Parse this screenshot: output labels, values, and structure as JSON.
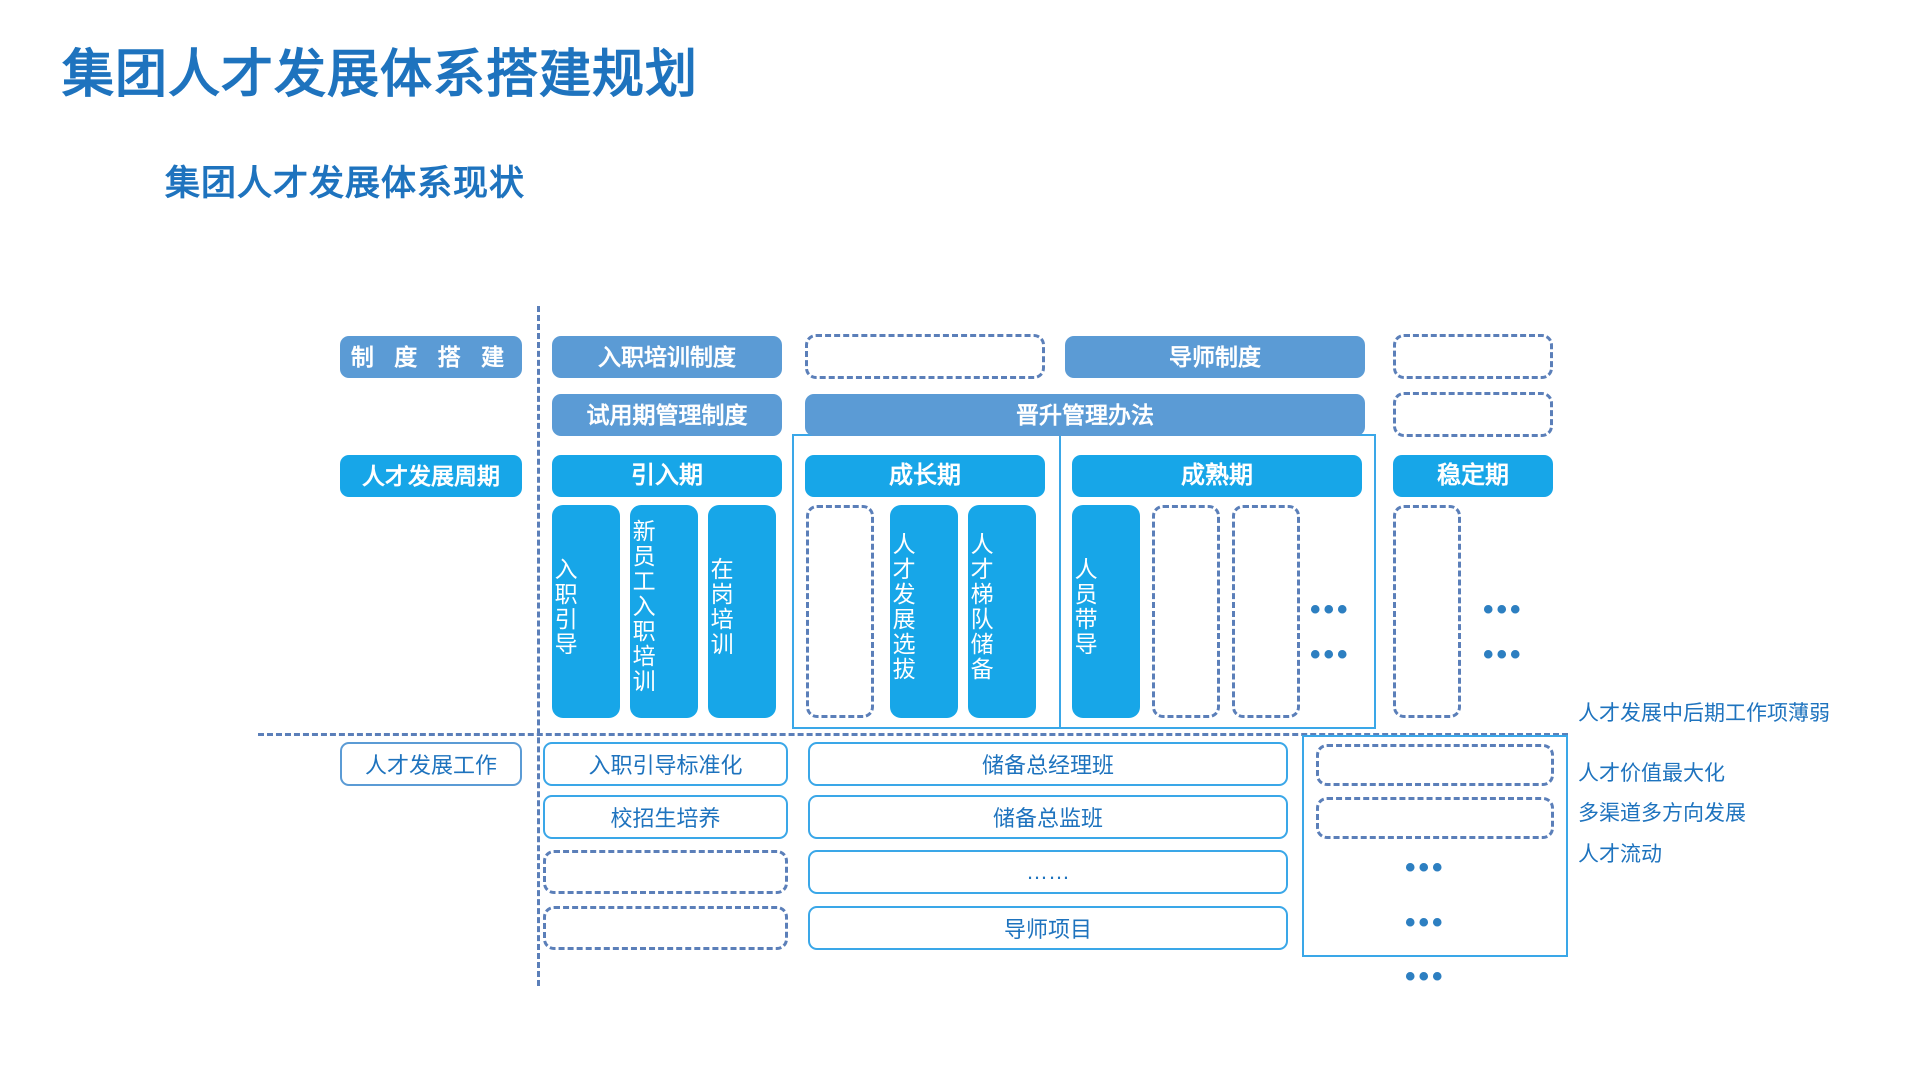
{
  "header": {
    "title": "集团人才发展体系搭建规划",
    "subtitle": "集团人才发展体系现状",
    "accent_color": "#1e73be",
    "bright_blue": "#17a6e8",
    "mid_blue": "#5b9bd5",
    "dash_blue": "#5b7fb9"
  },
  "row_labels": {
    "system": "制 度 搭 建",
    "cycle": "人才发展周期",
    "work": "人才发展工作"
  },
  "systems": {
    "row1": [
      {
        "label": "入职培训制度",
        "style": "mid"
      },
      {
        "label": "",
        "style": "dashed"
      },
      {
        "label": "导师制度",
        "style": "mid"
      },
      {
        "label": "",
        "style": "dashed"
      }
    ],
    "row2": [
      {
        "label": "试用期管理制度",
        "style": "mid"
      },
      {
        "label": "晋升管理办法",
        "style": "mid"
      },
      {
        "label": "",
        "style": "dashed"
      }
    ]
  },
  "stages": [
    {
      "name": "引入期"
    },
    {
      "name": "成长期"
    },
    {
      "name": "成熟期"
    },
    {
      "name": "稳定期"
    }
  ],
  "stage_items": {
    "introduction": [
      {
        "text": "入职引导",
        "style": "filled"
      },
      {
        "text": "新员工入职培训",
        "style": "filled"
      },
      {
        "text": "在岗培训",
        "style": "filled"
      }
    ],
    "growth": [
      {
        "text": "",
        "style": "dashed"
      },
      {
        "text": "人才发展选拔",
        "style": "filled"
      },
      {
        "text": "人才梯队储备",
        "style": "filled"
      }
    ],
    "mature": [
      {
        "text": "人员带导",
        "style": "filled"
      },
      {
        "text": "",
        "style": "dashed"
      },
      {
        "text": "",
        "style": "dashed"
      }
    ],
    "stable": [
      {
        "text": "",
        "style": "dashed"
      }
    ]
  },
  "ellipsis": {
    "mature_top": "•••",
    "mature_bottom": "•••",
    "stable_top": "•••",
    "stable_bottom": "•••",
    "work_col3_a": "•••",
    "work_col3_b": "•••",
    "work_col3_c": "•••"
  },
  "work_items": {
    "col1": [
      {
        "text": "入职引导标准化",
        "style": "outline"
      },
      {
        "text": "校招生培养",
        "style": "outline"
      },
      {
        "text": "",
        "style": "dashed"
      },
      {
        "text": "",
        "style": "dashed"
      }
    ],
    "col2": [
      {
        "text": "储备总经理班",
        "style": "outline"
      },
      {
        "text": "储备总监班",
        "style": "outline"
      },
      {
        "text": "……",
        "style": "outline"
      },
      {
        "text": "导师项目",
        "style": "outline"
      }
    ],
    "col3": [
      {
        "text": "",
        "style": "dashed"
      },
      {
        "text": "",
        "style": "dashed"
      }
    ]
  },
  "annotations": {
    "weak_later_stage": "人才发展中后期工作项薄弱",
    "value_max": "人才价值最大化",
    "multi_channel": "多渠道多方向发展",
    "talent_flow": "人才流动"
  }
}
